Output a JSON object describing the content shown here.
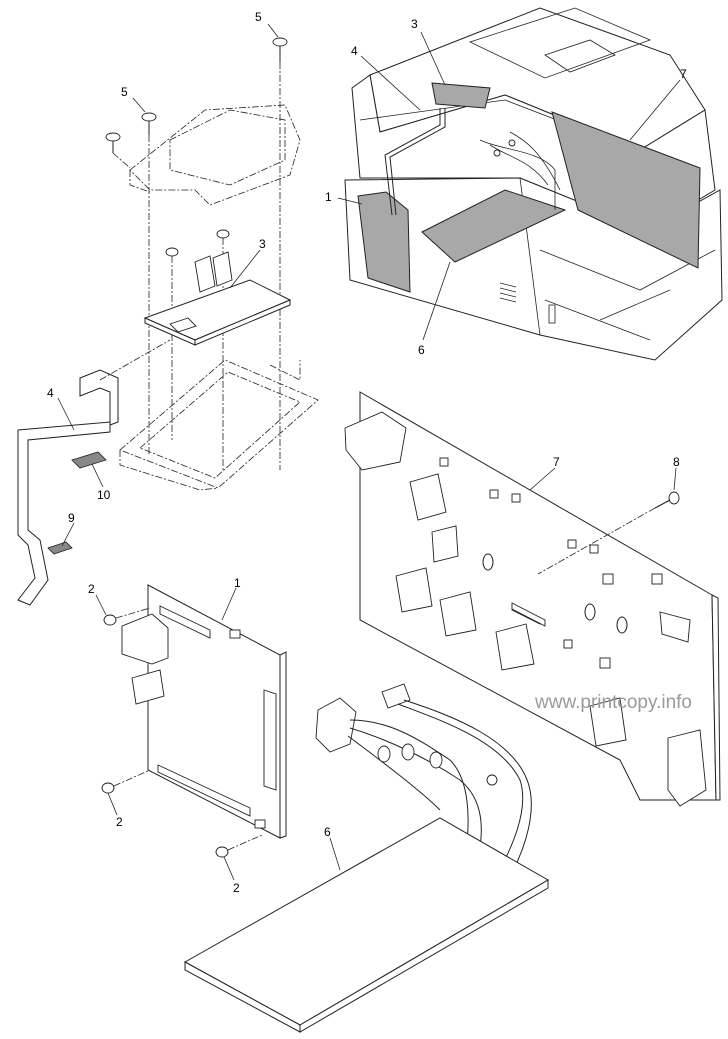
{
  "callouts": {
    "c1_top": "1",
    "c1_bottom": "1",
    "c2_a": "2",
    "c2_b": "2",
    "c2_c": "2",
    "c3_top": "3",
    "c3_mid": "3",
    "c4_top": "4",
    "c4_left": "4",
    "c5_a": "5",
    "c5_b": "5",
    "c6_top": "6",
    "c6_bottom": "6",
    "c7_top": "7",
    "c7_mid": "7",
    "c8": "8",
    "c9": "9",
    "c10": "10"
  },
  "watermark": "www.printcopy.info",
  "colors": {
    "line": "#222222",
    "shaded_part": "#a8a8a8",
    "watermark": "#9a9a9a"
  }
}
